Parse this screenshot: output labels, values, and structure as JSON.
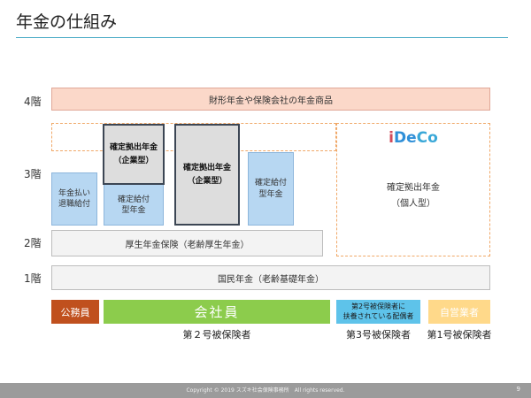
{
  "title": "年金の仕組み",
  "levels": {
    "l4": "4階",
    "l3": "3階",
    "l2": "2階",
    "l1": "1階"
  },
  "boxes": {
    "private_products": "財形年金や保険会社の年金商品",
    "civil_servant_retirement": "年金払い退職給付",
    "corp_dc_1": {
      "line1": "確定拠出年金",
      "line2": "（企業型）"
    },
    "db_1": {
      "line1": "確定給付",
      "line2": "型年金"
    },
    "corp_dc_2": {
      "line1": "確定拠出年金",
      "line2": "（企業型）"
    },
    "db_2": {
      "line1": "確定給付",
      "line2": "型年金"
    },
    "ideco_logo": {
      "i": "i",
      "de": "De",
      "co": "Co"
    },
    "ideco_label": {
      "line1": "確定拠出年金",
      "line2": "（個人型）"
    },
    "employee_pension": "厚生年金保険（老齢厚生年金）",
    "national_pension": "国民年金（老齢基礎年金）"
  },
  "badges": {
    "civil_servant": "公務員",
    "company_employee": "会社員",
    "dependent_spouse": {
      "line1": "第2号被保険者に",
      "line2": "扶養されている配偶者"
    },
    "self_employed": "自営業者"
  },
  "categories": {
    "cat2": "第２号被保険者",
    "cat3": "第3号被保険者",
    "cat1": "第1号被保険者"
  },
  "footer": {
    "copyright": "Copyright ©  2019 スズキ社会保険事務所　All rights reserved.",
    "page": "9"
  },
  "colors": {
    "title_rule": "#4bacc6",
    "private_products_bg": "#fbd8c9",
    "blue_box_bg": "#b7d7f2",
    "corp_dc_border": "#3c4654",
    "dashed_border": "#f0a868",
    "civil_servant_badge": "#c0501e",
    "company_employee_badge": "#8ccc4c",
    "dependent_spouse_badge": "#5ec3ea",
    "self_employed_badge": "#ffd98a"
  }
}
